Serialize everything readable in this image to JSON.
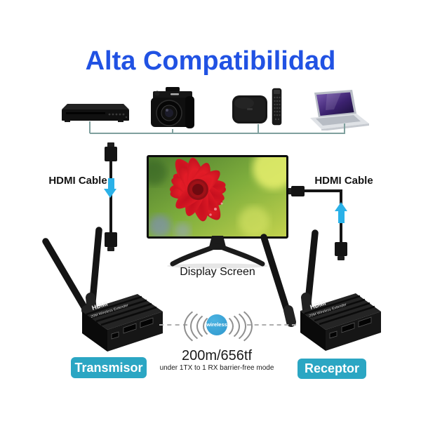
{
  "title": {
    "text": "Alta Compatibilidad",
    "color": "#2152e3"
  },
  "source_devices": {
    "icons": [
      "dvr-icon",
      "camera-icon",
      "tv-box-icon",
      "remote-icon",
      "laptop-icon"
    ]
  },
  "cables": {
    "left_label": "HDMI Cable",
    "right_label": "HDMI Cable"
  },
  "display": {
    "caption": "Display Screen"
  },
  "transmitter": {
    "button_label": "Transmisor",
    "case_brand": "HDMI",
    "case_model": "20M Wireless Extender"
  },
  "receiver": {
    "button_label": "Receptor",
    "case_brand": "HDMI",
    "case_model": "20M Wireless Extender"
  },
  "wireless_link": {
    "badge": "wireless",
    "distance": "200m/656tf",
    "note": "under 1TX to 1 RX barrier-free mode"
  },
  "colors": {
    "title_blue": "#2152e3",
    "label_teal": "#2ba6c3",
    "arrow_blue": "#2ab1e8",
    "wireless_badge_blue": "#36a4d8",
    "connector_line": "#7fa09e",
    "signal_arc_gray": "#8f8f8f"
  }
}
